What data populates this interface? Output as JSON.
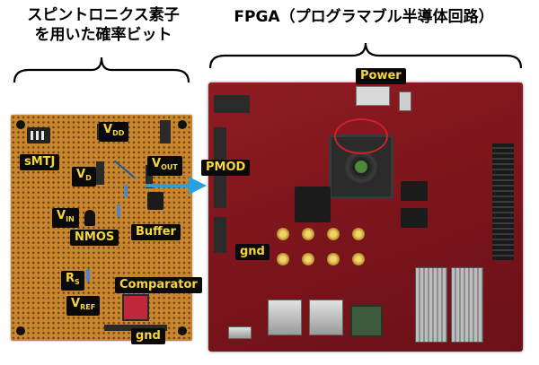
{
  "left_heading": {
    "line1": "スピントロニクス素子",
    "line2": "を用いた確率ビット"
  },
  "right_heading": "FPGA（プログラマブル半導体回路）",
  "left_labels": {
    "vdd": {
      "main": "V",
      "sub": "DD"
    },
    "smtj": "sMTJ",
    "vout": {
      "main": "V",
      "sub": "OUT"
    },
    "vd": {
      "main": "V",
      "sub": "D"
    },
    "vin": {
      "main": "V",
      "sub": "IN"
    },
    "nmos": "NMOS",
    "buffer": "Buffer",
    "rs": {
      "main": "R",
      "sub": "S"
    },
    "comparator": "Comparator",
    "vref": {
      "main": "V",
      "sub": "REF"
    },
    "gnd": "gnd"
  },
  "right_labels": {
    "power": "Power",
    "pmod": "PMOD",
    "gnd": "gnd"
  },
  "colors": {
    "label_bg": "#0a0a0a",
    "label_text": "#f6d63c",
    "arrow": "#2aa0dc",
    "perfboard": "#c8872e",
    "fpga_board": "#8e1c22"
  }
}
